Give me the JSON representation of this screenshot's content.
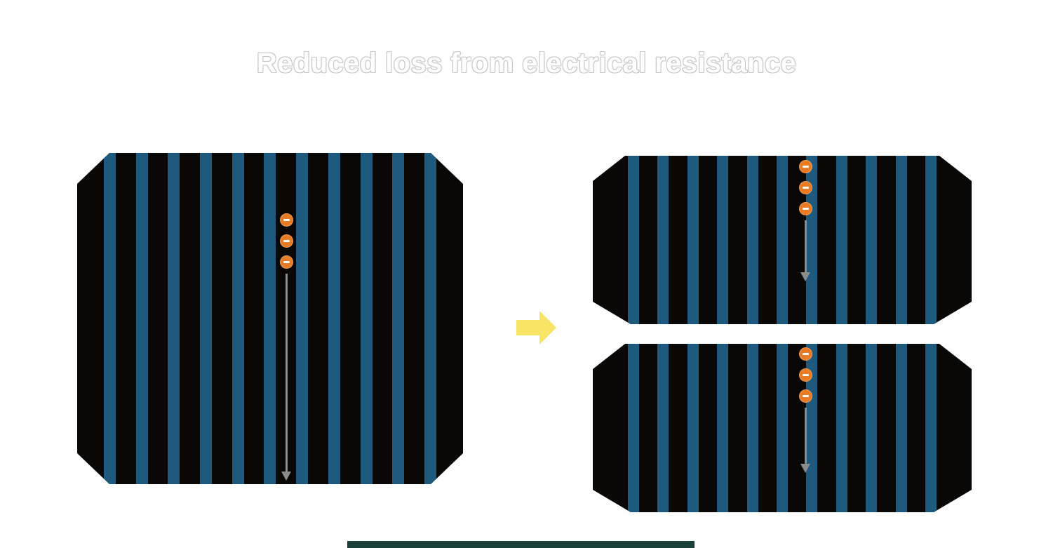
{
  "title": "Reduced loss from electrical resistance",
  "colors": {
    "background": "#ffffff",
    "title-text": "#ffffff",
    "title-edge": "#c6c6c6",
    "cell-body": "#0a0806",
    "busbar": "#1d5a7d",
    "electron": "#e87b24",
    "electron-minus": "#ffffff",
    "current-arrow": "#8c8c8c",
    "transform-arrow": "#f8e566",
    "footer-bar": "#1a423a"
  },
  "diagram": {
    "full_cell": {
      "busbars": 11,
      "electrons": 3
    },
    "half_cell_top": {
      "busbars": 11,
      "electrons": 3
    },
    "half_cell_bottom": {
      "busbars": 11,
      "electrons": 3
    }
  },
  "icons": {
    "electron": "minus-circle",
    "current_flow": "down-arrow",
    "transform_arrow": "right-block-arrow"
  }
}
